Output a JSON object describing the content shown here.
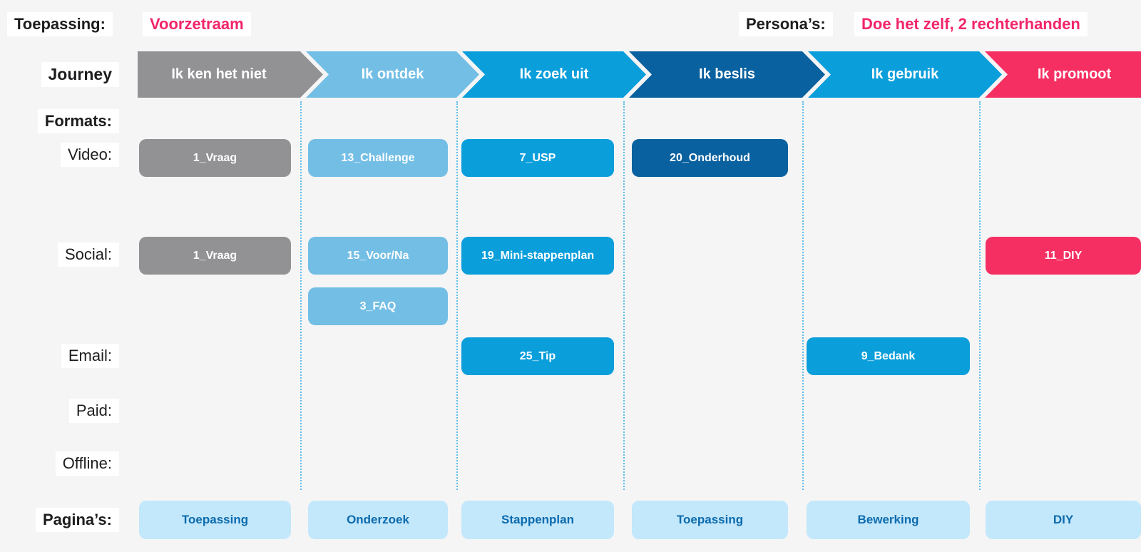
{
  "header": {
    "application_label": "Toepassing:",
    "application_value": "Voorzetraam",
    "personas_label": "Persona’s:",
    "personas_value": "Doe het zelf, 2 rechterhanden"
  },
  "journey": {
    "row_label": "Journey",
    "stages": [
      {
        "label": "Ik ken het niet",
        "color": "#929295"
      },
      {
        "label": "Ik ontdek",
        "color": "#73bee5"
      },
      {
        "label": "Ik zoek uit",
        "color": "#0a9edb"
      },
      {
        "label": "Ik beslis",
        "color": "#09619f"
      },
      {
        "label": "Ik gebruik",
        "color": "#0a9edb"
      },
      {
        "label": "Ik promoot",
        "color": "#f62f62"
      }
    ]
  },
  "formats": {
    "section_label": "Formats:",
    "video": {
      "row_label": "Video:",
      "cards": [
        {
          "label": "1_Vraag",
          "stage": "Ik ken het niet",
          "color": "#929295"
        },
        {
          "label": "13_Challenge",
          "stage": "Ik ontdek",
          "color": "#73bee5"
        },
        {
          "label": "7_USP",
          "stage": "Ik zoek uit",
          "color": "#0a9edb"
        },
        {
          "label": "20_Onderhoud",
          "stage": "Ik beslis",
          "color": "#09619f"
        }
      ]
    },
    "social": {
      "row_label": "Social:",
      "cards": [
        {
          "label": "1_Vraag",
          "stage": "Ik ken het niet",
          "color": "#929295"
        },
        {
          "label": "15_Voor/Na",
          "stage": "Ik ontdek",
          "color": "#73bee5"
        },
        {
          "label": "19_Mini-stappenplan",
          "stage": "Ik zoek uit",
          "color": "#0a9edb"
        },
        {
          "label": "11_DIY",
          "stage": "Ik promoot",
          "color": "#f62f62"
        }
      ],
      "cards_second_line": [
        {
          "label": "3_FAQ",
          "stage": "Ik ontdek",
          "color": "#73bee5"
        }
      ]
    },
    "email": {
      "row_label": "Email:",
      "cards": [
        {
          "label": "25_Tip",
          "stage": "Ik zoek uit",
          "color": "#0a9edb"
        },
        {
          "label": "9_Bedank",
          "stage": "Ik gebruik",
          "color": "#0a9edb"
        }
      ]
    },
    "paid": {
      "row_label": "Paid:",
      "cards": []
    },
    "offline": {
      "row_label": "Offline:",
      "cards": []
    }
  },
  "pages": {
    "row_label": "Pagina’s:",
    "items": [
      {
        "label": "Toepassing",
        "stage": "Ik ken het niet"
      },
      {
        "label": "Onderzoek",
        "stage": "Ik ontdek"
      },
      {
        "label": "Stappenplan",
        "stage": "Ik zoek uit"
      },
      {
        "label": "Toepassing",
        "stage": "Ik beslis"
      },
      {
        "label": "Bewerking",
        "stage": "Ik gebruik"
      },
      {
        "label": "DIY",
        "stage": "Ik promoot"
      }
    ]
  },
  "colors": {
    "background": "#f5f5f6",
    "gray": "#929295",
    "light_blue": "#73bee5",
    "blue": "#0a9edb",
    "dark_blue": "#09619f",
    "pink": "#f62f62",
    "pink_text": "#f2256b",
    "label_text": "#1d1d1f",
    "label_highlight": "#ffffff",
    "page_pill_background": "#c3e7fb",
    "page_pill_text": "#0c6bad",
    "dotted_line": "#5fbde9"
  }
}
